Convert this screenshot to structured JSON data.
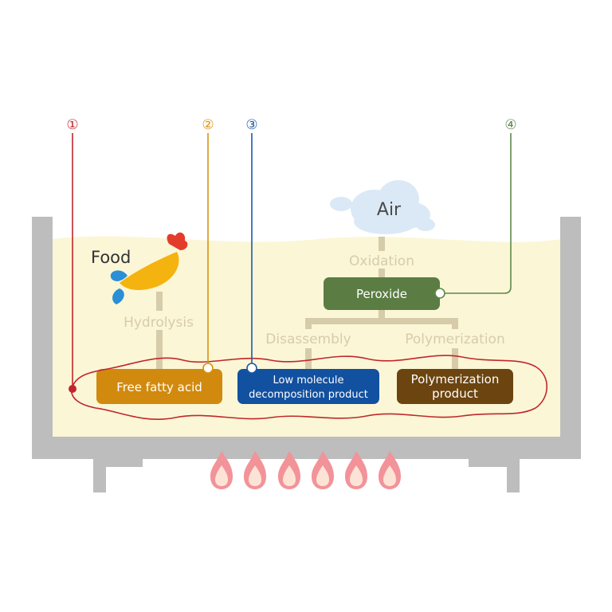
{
  "labels": {
    "food": "Food",
    "air": "Air",
    "oxidation": "Oxidation",
    "hydrolysis": "Hydrolysis",
    "disassembly": "Disassembly",
    "polymerization": "Polymerization"
  },
  "boxes": {
    "peroxide": "Peroxide",
    "free_fatty_acid": "Free fatty acid",
    "low_molecule_line1": "Low molecule",
    "low_molecule_line2": "decomposition product",
    "polymerization_product_line1": "Polymerization",
    "polymerization_product_line2": "product"
  },
  "markers": {
    "m1": "①",
    "m2": "②",
    "m3": "③",
    "m4": "④"
  },
  "colors": {
    "marker1": "#c0272d",
    "marker2": "#d9920f",
    "marker3": "#1a5aa6",
    "marker4": "#5e8a4a",
    "peroxide_box": "#5b7d43",
    "free_fatty_acid_box": "#d18a0e",
    "low_molecule_box": "#1250a0",
    "polymerization_box": "#6b4410",
    "oil": "#fbf6d6",
    "pot": "#bdbdbd",
    "connector": "#d6ccaa"
  }
}
